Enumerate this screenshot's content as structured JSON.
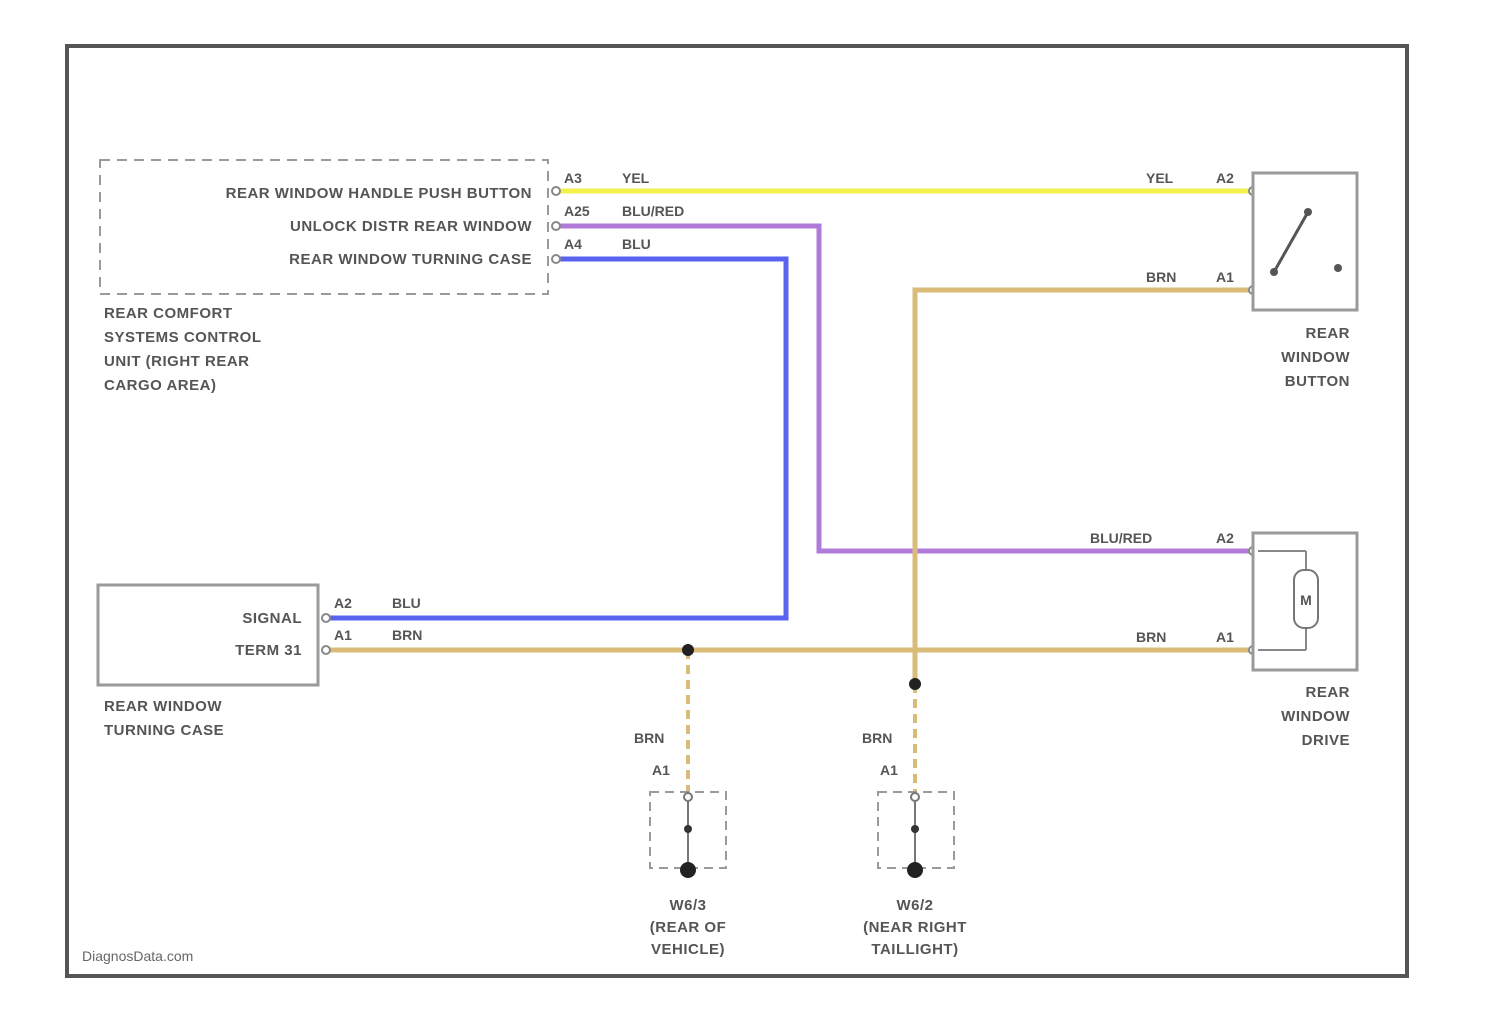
{
  "colors": {
    "yel": "#f4f04a",
    "blu": "#5a62f0",
    "blu_red": "#b07ad8",
    "brn": "#d8bc78",
    "frame": "#555555",
    "box": "#9a9a9a",
    "text": "#555555"
  },
  "control_unit": {
    "pins": [
      {
        "label": "REAR WINDOW HANDLE PUSH BUTTON",
        "pin": "A3",
        "wire": "YEL"
      },
      {
        "label": "UNLOCK DISTR REAR WINDOW",
        "pin": "A25",
        "wire": "BLU/RED"
      },
      {
        "label": "REAR WINDOW TURNING CASE",
        "pin": "A4",
        "wire": "BLU"
      }
    ],
    "name_lines": [
      "REAR COMFORT",
      "SYSTEMS CONTROL",
      "UNIT (RIGHT REAR",
      "CARGO AREA)"
    ]
  },
  "turning_case": {
    "pins": [
      {
        "label": "SIGNAL",
        "pin": "A2",
        "wire": "BLU"
      },
      {
        "label": "TERM 31",
        "pin": "A1",
        "wire": "BRN"
      }
    ],
    "name_lines": [
      "REAR WINDOW",
      "TURNING CASE"
    ]
  },
  "button": {
    "pins": [
      {
        "pin": "A2",
        "wire": "YEL"
      },
      {
        "pin": "A1",
        "wire": "BRN"
      }
    ],
    "name_lines": [
      "REAR",
      "WINDOW",
      "BUTTON"
    ]
  },
  "drive": {
    "pins": [
      {
        "pin": "A2",
        "wire": "BLU/RED"
      },
      {
        "pin": "A1",
        "wire": "BRN"
      }
    ],
    "symbol": "M",
    "name_lines": [
      "REAR",
      "WINDOW",
      "DRIVE"
    ]
  },
  "grounds": [
    {
      "wire": "BRN",
      "pin": "A1",
      "name_lines": [
        "W6/3",
        "(REAR OF",
        "VEHICLE)"
      ]
    },
    {
      "wire": "BRN",
      "pin": "A1",
      "name_lines": [
        "W6/2",
        "(NEAR RIGHT",
        "TAILLIGHT)"
      ]
    }
  ],
  "watermark": "DiagnosData.com"
}
